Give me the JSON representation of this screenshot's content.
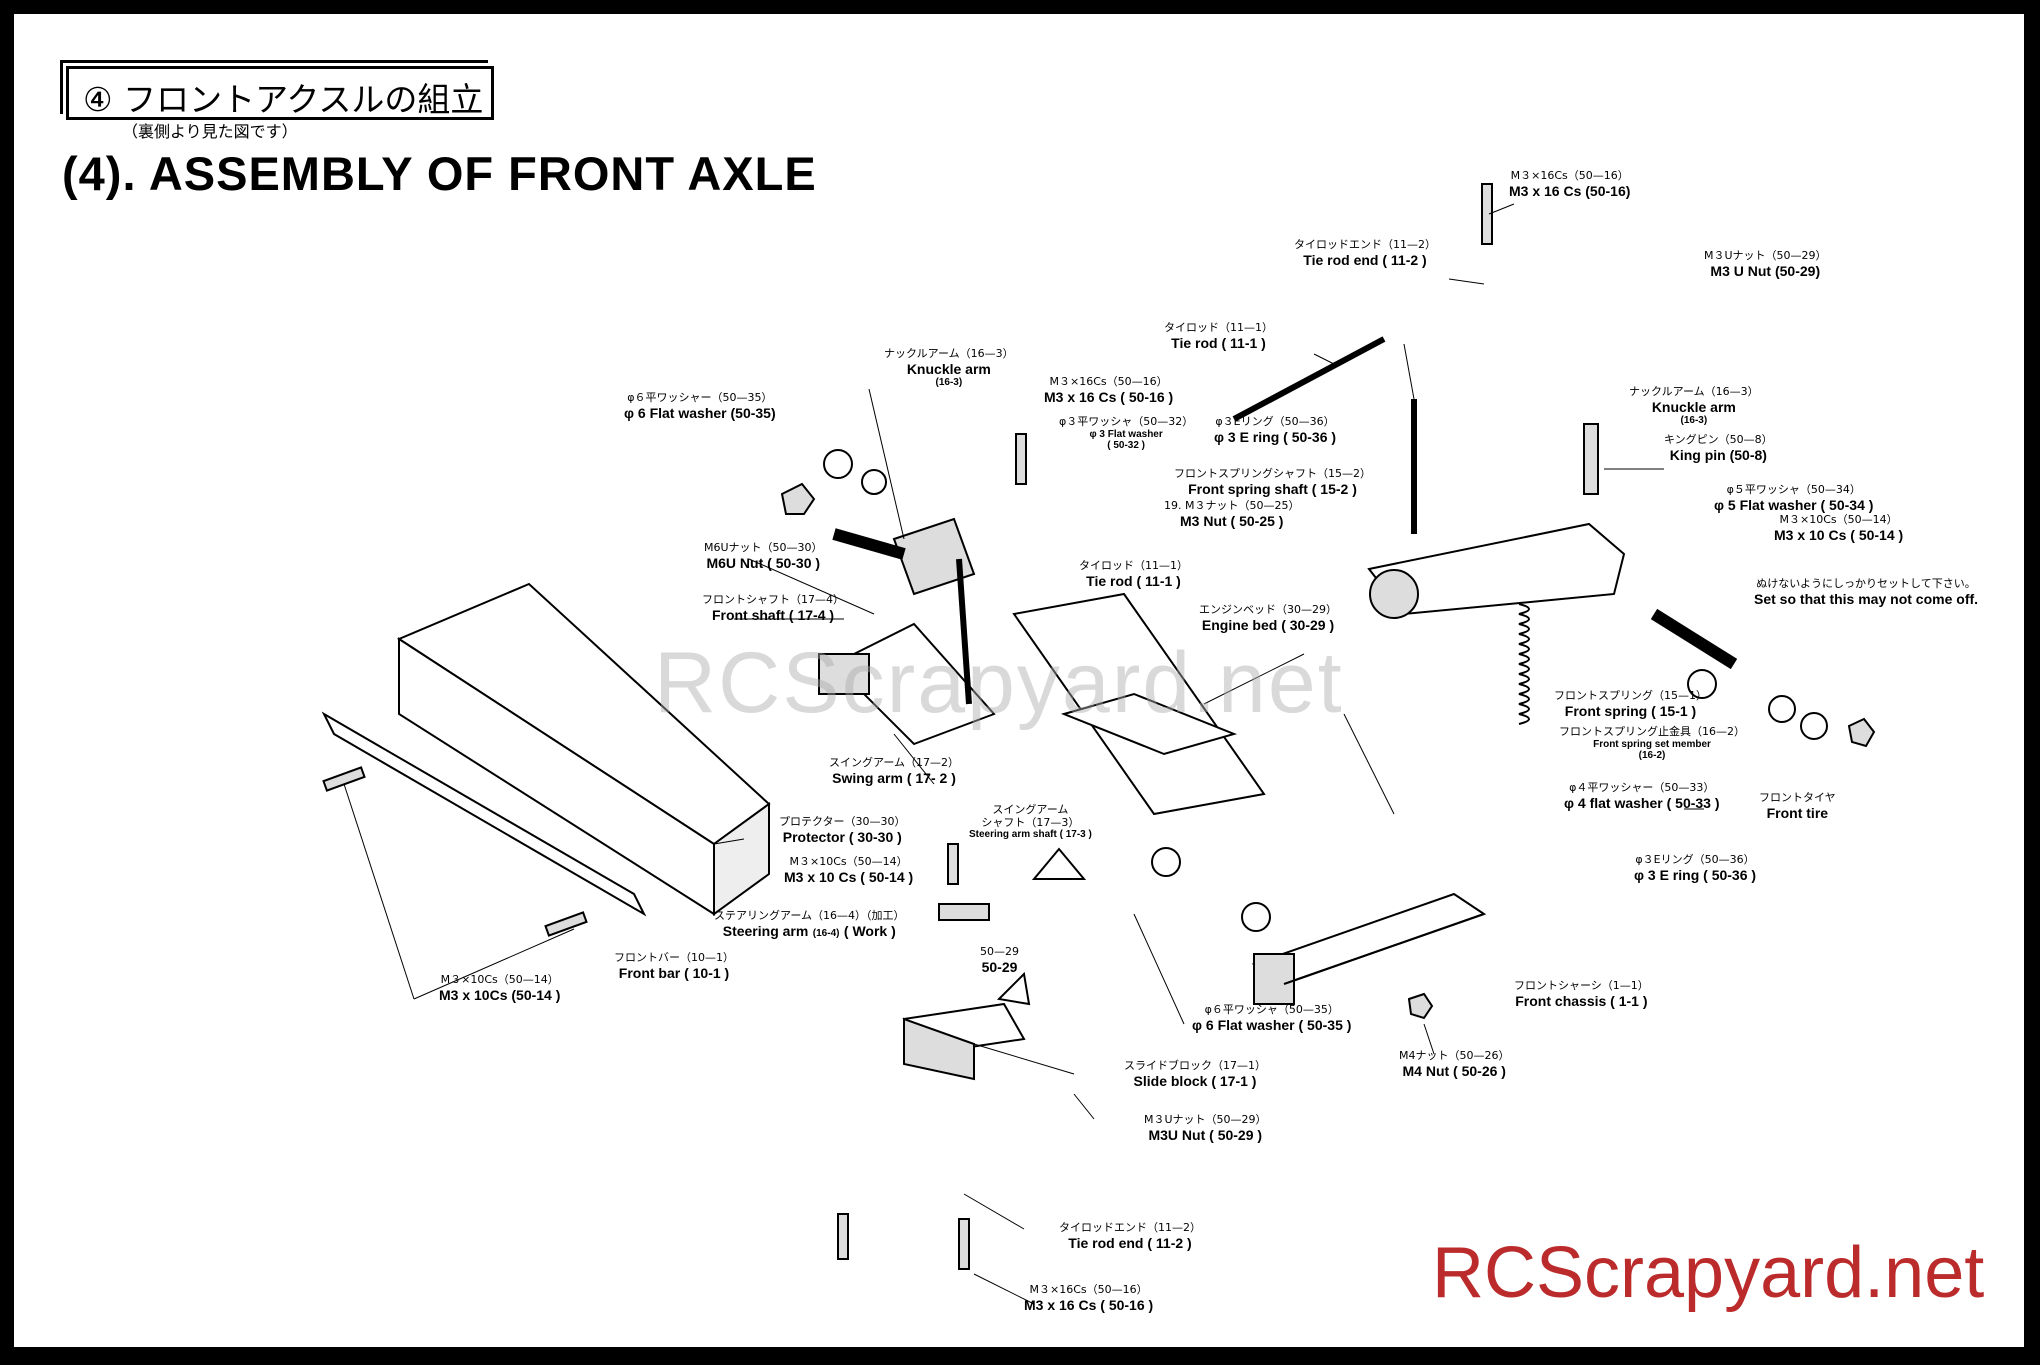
{
  "header": {
    "jp_title": "④ フロントアクスルの組立",
    "jp_subtitle": "（裏側より見た図です）",
    "title": "(4).  ASSEMBLY OF FRONT AXLE"
  },
  "labels": {
    "m3x16_top": {
      "jp": "M３×16Cs（50—16）",
      "en": "M3 x 16 Cs (50-16)"
    },
    "tie_rod_end_top": {
      "jp": "タイロッドエンド（11—2）",
      "en": "Tie rod end ( 11-2 )"
    },
    "m3u_nut_right": {
      "jp": "M３Uナット（50—29）",
      "en": "M3 U  Nut (50-29)"
    },
    "tie_rod_top": {
      "jp": "タイロッド（11—1）",
      "en": "Tie rod ( 11-1 )"
    },
    "knuckle_arm_left": {
      "jp": "ナックルアーム（16—3）",
      "en": "Knuckle arm",
      "en2": "(16-3)"
    },
    "m3x16_mid": {
      "jp": "M３×16Cs（50—16）",
      "en": "M3 x 16 Cs ( 50-16 )"
    },
    "flat_washer_3": {
      "jp": "φ３平ワッシャ（50—32）",
      "en2a": "φ 3 Flat washer",
      "en2b": "( 50-32 )"
    },
    "flat_washer_6_top": {
      "jp": "φ６平ワッシャー（50—35）",
      "en": "φ 6 Flat washer (50-35)"
    },
    "e_ring_3_top": {
      "jp": "φ３Eリング（50—36）",
      "en": "φ 3 E ring ( 50-36 )"
    },
    "knuckle_arm_right": {
      "jp": "ナックルアーム（16—3）",
      "en": "Knuckle arm",
      "en2": "(16-3)"
    },
    "king_pin": {
      "jp": "キングピン（50—8）",
      "en": "King pin (50-8)"
    },
    "front_spring_shaft": {
      "jp": "フロントスプリングシャフト（15—2）",
      "en": "Front spring shaft ( 15-2 )"
    },
    "m3_nut_19": {
      "jp": "19. M３ナット（50—25）",
      "en": "M3 Nut ( 50-25 )"
    },
    "flat_washer_5": {
      "jp": "φ５平ワッシャ（50—34）",
      "en": "φ 5 Flat washer ( 50-34 )"
    },
    "m3x10_right": {
      "jp": "M３×10Cs（50—14）",
      "en": "M3 x 10 Cs ( 50-14 )"
    },
    "m6u_nut": {
      "jp": "M6Uナット（50—30）",
      "en": "M6U Nut ( 50-30 )"
    },
    "tie_rod_mid": {
      "jp": "タイロッド（11—1）",
      "en": "Tie rod ( 11-1 )"
    },
    "warning": {
      "jp": "ぬけないようにしっかりセットして下さい。",
      "en": "Set so that this may not come off."
    },
    "front_shaft": {
      "jp": "フロントシャフト（17—4）",
      "en": "Front shaft ( 17-4 )"
    },
    "engine_bed": {
      "jp": "エンジンベッド（30—29）",
      "en": "Engine bed ( 30-29 )"
    },
    "front_spring": {
      "jp": "フロントスプリング（15—1）",
      "en": "Front spring ( 15-1 )"
    },
    "front_spring_set": {
      "jp": "フロントスプリング止金具（16—2）",
      "en2a": "Front spring set member",
      "en2b": "(16-2)"
    },
    "swing_arm": {
      "jp": "スイングアーム（17—2）",
      "en": "Swing arm ( 17- 2 )"
    },
    "front_tire": {
      "jp": "フロントタイヤ",
      "en": "Front tire"
    },
    "flat_washer_4": {
      "jp": "φ４平ワッシャー（50—33）",
      "en": "φ 4 flat washer ( 50-33 )"
    },
    "protector": {
      "jp": "プロテクター（30—30）",
      "en": "Protector ( 30-30 )"
    },
    "steering_arm_shaft": {
      "jp1": "スイングアーム",
      "jp2": "シャフト（17—3）",
      "en2": "Steering arm shaft ( 17-3 )"
    },
    "m3x10_center": {
      "jp": "M３×10Cs（50—14）",
      "en": "M3 x 10 Cs ( 50-14 )"
    },
    "e_ring_3_bottom": {
      "jp": "φ３Eリング（50—36）",
      "en": "φ 3 E ring ( 50-36 )"
    },
    "steering_arm": {
      "jp": "ステアリングアーム（16—4）（加工）",
      "en": "Steering arm",
      "en2": "(16-4)",
      "work": "( Work )"
    },
    "nut_50_29": {
      "jp": "50—29",
      "en": "50-29"
    },
    "front_bar": {
      "jp": "フロントバー（10—1）",
      "en": "Front bar ( 10-1 )"
    },
    "m3x10_left": {
      "jp": "M３×10Cs（50—14）",
      "en": "M3 x 10Cs (50-14 )"
    },
    "front_chassis": {
      "jp": "フロントシャーシ（1—1）",
      "en": "Front chassis ( 1-1 )"
    },
    "flat_washer_6_bottom": {
      "jp": "φ６平ワッシャ（50—35）",
      "en": "φ 6 Flat washer ( 50-35 )"
    },
    "m4_nut": {
      "jp": "M4ナット（50—26）",
      "en": "M4 Nut ( 50-26 )"
    },
    "slide_block": {
      "jp": "スライドブロック（17—1）",
      "en": "Slide block ( 17-1 )"
    },
    "m3u_nut_bottom": {
      "jp": "M３Uナット（50—29）",
      "en": "M3U  Nut ( 50-29 )"
    },
    "tie_rod_end_bottom": {
      "jp": "タイロッドエンド（11—2）",
      "en": "Tie rod end ( 11-2 )"
    },
    "m3x16_bottom": {
      "jp": "M３×16Cs（50—16）",
      "en": "M3 x 16 Cs ( 50-16 )"
    }
  },
  "watermarks": {
    "center": "RCScrapyard.net",
    "corner": "RCScrapyard.net",
    "corner_color": "#bb2b2b"
  }
}
